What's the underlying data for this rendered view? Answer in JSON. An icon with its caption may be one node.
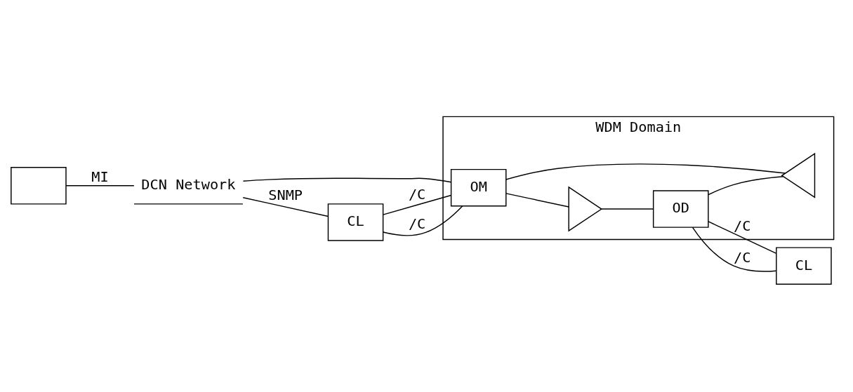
{
  "diagram": {
    "nodes": [
      {
        "text": [],
        "shape": "box"
      },
      {
        "text": [
          "DCN Network"
        ]
      },
      {
        "text": [
          "WDM Domain"
        ]
      },
      {
        "text": [
          "OM"
        ],
        "in": 2
      },
      {
        "text": [],
        "shape": "triangle",
        "in": 2
      },
      {
        "text": [],
        "shape": "triangle",
        "in": 2
      },
      {
        "text": [
          "OD"
        ],
        "in": 2
      },
      {
        "text": [
          "CL"
        ]
      },
      {
        "text": [
          "CL"
        ]
      }
    ],
    "edges": [
      {
        "from": 0,
        "to": 1,
        "arrow": "none",
        "label": "MI"
      },
      {
        "from": 1,
        "to": 7,
        "arrow": "none",
        "label": "SNMP"
      },
      {
        "from": 1,
        "to": 3,
        "arrow": "none"
      },
      {
        "from": 7,
        "to": 3,
        "arrow": "none",
        "label": "/C"
      },
      {
        "from": 7,
        "to": 3,
        "arrow": "none",
        "label": "/C"
      },
      {
        "from": 3,
        "to": 4,
        "arrow": "none"
      },
      {
        "from": 4,
        "to": 6,
        "arrow": "none"
      },
      {
        "from": 6,
        "to": 5,
        "arrow": "none"
      },
      {
        "from": 5,
        "to": 3,
        "arrow": "none"
      },
      {
        "from": 6,
        "to": 8,
        "arrow": "none",
        "label": "/C"
      },
      {
        "from": 6,
        "to": 8,
        "arrow": "none",
        "label": "/C"
      }
    ]
  }
}
